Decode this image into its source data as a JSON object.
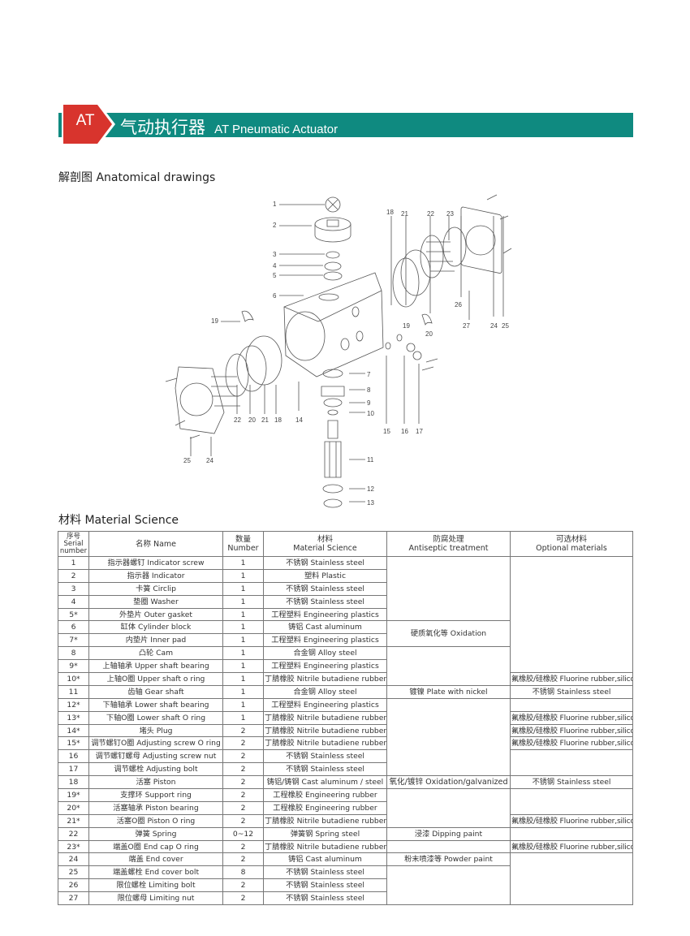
{
  "header": {
    "badge": "AT",
    "title_zh": "气动执行器",
    "title_en": "AT Pneumatic Actuator",
    "bar_color": "#0f8a80",
    "badge_color": "#d8342d"
  },
  "drawings": {
    "title": "解剖图 Anatomical drawings",
    "callouts": [
      "1",
      "2",
      "3",
      "4",
      "5",
      "6",
      "7",
      "8",
      "9",
      "10",
      "11",
      "12",
      "13",
      "14",
      "15",
      "16",
      "17",
      "18",
      "19",
      "20",
      "21",
      "22",
      "23",
      "24",
      "25",
      "26",
      "27",
      "18",
      "21",
      "22",
      "20",
      "19",
      "24",
      "25"
    ]
  },
  "materials": {
    "title": "材料 Material Science",
    "headers": {
      "serial": "序号 Serial number",
      "name_zh": "名称",
      "name_en": "Name",
      "number_zh": "数量",
      "number_en": "Number",
      "material_zh": "材料",
      "material_en": "Material Science",
      "treatment_zh": "防腐处理",
      "treatment_en": "Antiseptic treatment",
      "optional_zh": "可选材料",
      "optional_en": "Optional materials"
    },
    "rows": [
      {
        "no": "1",
        "name": "指示器螺钉 Indicator screw",
        "qty": "1",
        "material": "不锈钢 Stainless steel"
      },
      {
        "no": "2",
        "name": "指示器 Indicator",
        "qty": "1",
        "material": "塑料 Plastic"
      },
      {
        "no": "3",
        "name": "卡簧 Circlip",
        "qty": "1",
        "material": "不锈钢 Stainless steel"
      },
      {
        "no": "4",
        "name": "垫圈 Washer",
        "qty": "1",
        "material": "不锈钢 Stainless steel"
      },
      {
        "no": "5*",
        "name": "外垫片 Outer gasket",
        "qty": "1",
        "material": "工程塑料 Engineering plastics"
      },
      {
        "no": "6",
        "name": "缸体 Cylinder block",
        "qty": "1",
        "material": "铸铝 Cast aluminum"
      },
      {
        "no": "7*",
        "name": "内垫片 Inner pad",
        "qty": "1",
        "material": "工程塑料 Engineering plastics"
      },
      {
        "no": "8",
        "name": "凸轮 Cam",
        "qty": "1",
        "material": "合金钢 Alloy steel"
      },
      {
        "no": "9*",
        "name": "上轴轴承 Upper shaft bearing",
        "qty": "1",
        "material": "工程塑料 Engineering plastics"
      },
      {
        "no": "10*",
        "name": "上轴O圈 Upper shaft o ring",
        "qty": "1",
        "material": "丁腈橡胶 Nitrile butadiene rubber"
      },
      {
        "no": "11",
        "name": "齿轴 Gear shaft",
        "qty": "1",
        "material": "合金钢 Alloy steel"
      },
      {
        "no": "12*",
        "name": "下轴轴承 Lower shaft bearing",
        "qty": "1",
        "material": "工程塑料 Engineering plastics"
      },
      {
        "no": "13*",
        "name": "下轴O圈 Lower shaft O ring",
        "qty": "1",
        "material": "丁腈橡胶 Nitrile butadiene rubber"
      },
      {
        "no": "14*",
        "name": "堵头 Plug",
        "qty": "2",
        "material": "丁腈橡胶 Nitrile butadiene rubber"
      },
      {
        "no": "15*",
        "name": "调节螺钉O圈 Adjusting screw O ring",
        "qty": "2",
        "material": "丁腈橡胶 Nitrile butadiene rubber"
      },
      {
        "no": "16",
        "name": "调节螺钉螺母 Adjusting screw nut",
        "qty": "2",
        "material": "不锈钢 Stainless steel"
      },
      {
        "no": "17",
        "name": "调节螺栓 Adjusting bolt",
        "qty": "2",
        "material": "不锈钢 Stainless steel"
      },
      {
        "no": "18",
        "name": "活塞 Piston",
        "qty": "2",
        "material": "铸铝/铸钢 Cast aluminum / steel"
      },
      {
        "no": "19*",
        "name": "支撑环 Support ring",
        "qty": "2",
        "material": "工程橡胶 Engineering rubber"
      },
      {
        "no": "20*",
        "name": "活塞轴承 Piston bearing",
        "qty": "2",
        "material": "工程橡胶 Engineering rubber"
      },
      {
        "no": "21*",
        "name": "活塞O圈 Piston O ring",
        "qty": "2",
        "material": "丁腈橡胶 Nitrile butadiene rubber"
      },
      {
        "no": "22",
        "name": "弹簧 Spring",
        "qty": "0~12",
        "material": "弹簧钢 Spring steel"
      },
      {
        "no": "23*",
        "name": "端盖O圈 End cap O ring",
        "qty": "2",
        "material": "丁腈橡胶 Nitrile butadiene rubber"
      },
      {
        "no": "24",
        "name": "端盖 End cover",
        "qty": "2",
        "material": "铸铝 Cast aluminum"
      },
      {
        "no": "25",
        "name": "端盖螺栓 End cover bolt",
        "qty": "8",
        "material": "不锈钢 Stainless steel"
      },
      {
        "no": "26",
        "name": "限位螺栓 Limiting bolt",
        "qty": "2",
        "material": "不锈钢 Stainless steel"
      },
      {
        "no": "27",
        "name": "限位螺母 Limiting nut",
        "qty": "2",
        "material": "不锈钢 Stainless steel"
      }
    ],
    "treatments": {
      "oxidation": "硬质氧化等 Oxidation",
      "nickel": "镀镍 Plate with nickel",
      "galvanized": "氧化/镀锌 Oxidation/galvanized",
      "dipping": "浸漆 Dipping paint",
      "powder": "粉末喷漆等 Powder paint"
    },
    "optional": {
      "rubber": "氟橡胶/硅橡胶 Fluorine rubber,silicone rubber",
      "stainless": "不锈钢 Stainless steel"
    }
  }
}
